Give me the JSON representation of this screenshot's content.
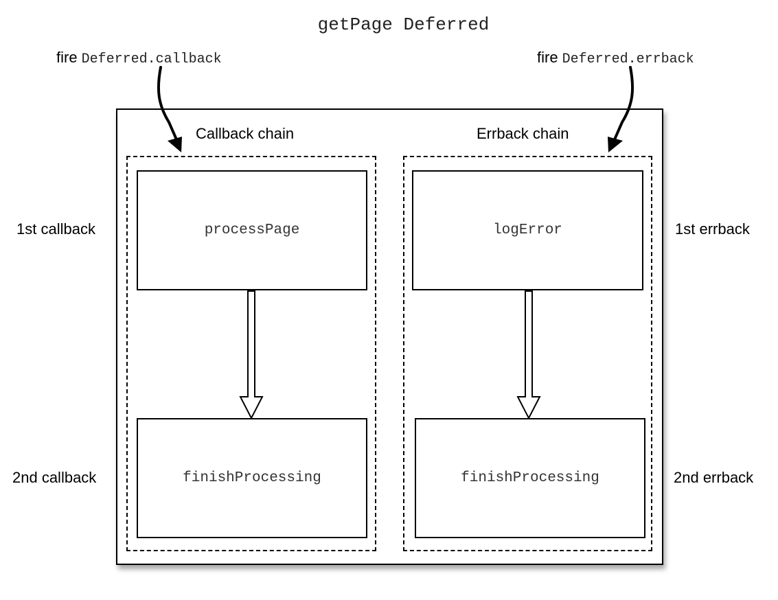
{
  "title": "getPage Deferred",
  "fire_callback": {
    "prefix": "fire",
    "code": "Deferred.callback"
  },
  "fire_errback": {
    "prefix": "fire",
    "code": "Deferred.errback"
  },
  "callback_chain": {
    "title": "Callback chain",
    "first_step": "processPage",
    "second_step": "finishProcessing"
  },
  "errback_chain": {
    "title": "Errback chain",
    "first_step": "logError",
    "second_step": "finishProcessing"
  },
  "side_labels": {
    "first_callback": "1st callback",
    "second_callback": "2nd callback",
    "first_errback": "1st errback",
    "second_errback": "2nd errback"
  }
}
